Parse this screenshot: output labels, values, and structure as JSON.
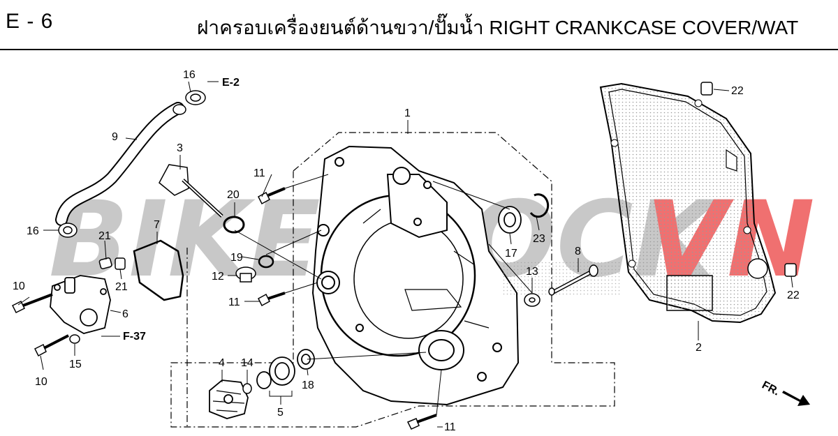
{
  "header": {
    "section_code": "E - 6",
    "title": "ฝาครอบเครื่องยนต์ด้านขวา/ปั๊มน้ำ  RIGHT CRANKCASE COVER/WAT"
  },
  "watermark": {
    "text_gray": "BIKESTOCK",
    "text_red": "VN",
    "color_gray": "#c8c8c8",
    "color_red": "#f07070"
  },
  "references": {
    "e2": "E-2",
    "f37": "F-37",
    "fr": "FR."
  },
  "callouts": {
    "c1": "1",
    "c2": "2",
    "c3": "3",
    "c4": "4",
    "c5": "5",
    "c6": "6",
    "c7": "7",
    "c8": "8",
    "c9": "9",
    "c10a": "10",
    "c10b": "10",
    "c11a": "11",
    "c11b": "11",
    "c11c": "11",
    "c12": "12",
    "c13": "13",
    "c14": "14",
    "c15": "15",
    "c16a": "16",
    "c16b": "16",
    "c17": "17",
    "c18": "18",
    "c19": "19",
    "c20": "20",
    "c21a": "21",
    "c21b": "21",
    "c22a": "22",
    "c22b": "22",
    "c23": "23"
  }
}
